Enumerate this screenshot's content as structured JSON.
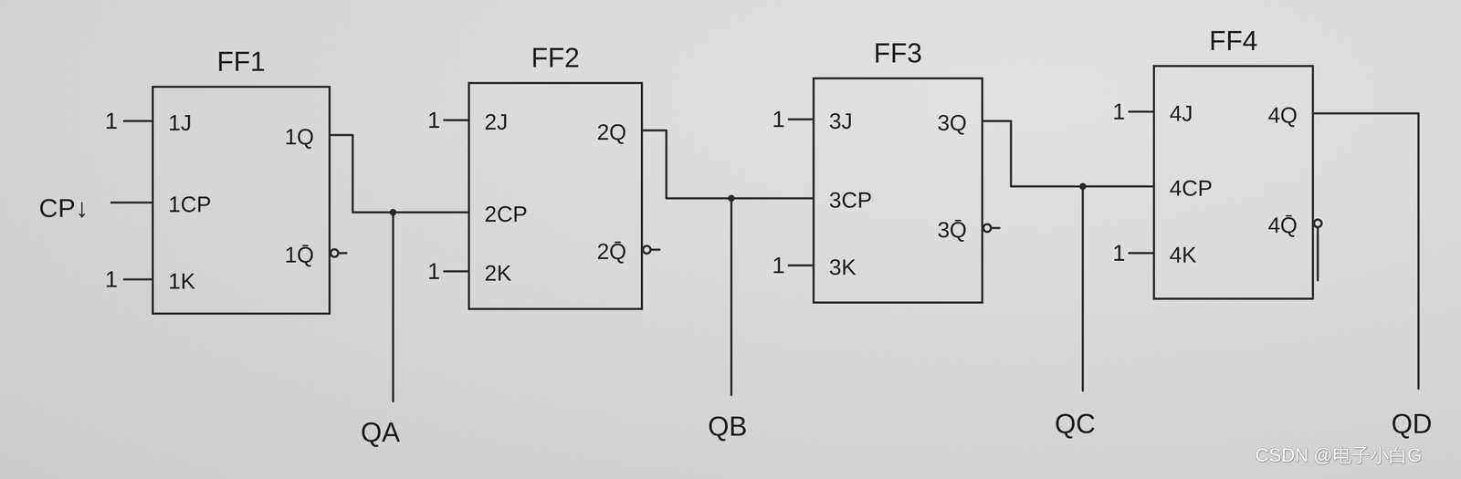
{
  "diagram": {
    "nodes": [
      {
        "text": [
          "FF1",
          "1J",
          "1CP",
          "1K",
          "1Q",
          "1Q̄"
        ]
      },
      {
        "text": [
          "FF2",
          "2J",
          "2CP",
          "2K",
          "2Q",
          "2Q̄"
        ]
      },
      {
        "text": [
          "FF3",
          "3J",
          "3CP",
          "3K",
          "3Q",
          "3Q̄"
        ]
      },
      {
        "text": [
          "FF4",
          "4J",
          "4CP",
          "4K",
          "4Q",
          "4Q̄"
        ]
      }
    ],
    "edges": [
      {
        "from": 0,
        "to": 1,
        "arrow": "none"
      },
      {
        "from": 1,
        "to": 2,
        "arrow": "none"
      },
      {
        "from": 2,
        "to": 3,
        "arrow": "none"
      }
    ],
    "labels": [
      "1",
      "CP↓",
      "1",
      "1",
      "1",
      "1",
      "1",
      "1",
      "1",
      "QA",
      "QB",
      "QC",
      "QD",
      "CSDN @电子小白G"
    ]
  }
}
